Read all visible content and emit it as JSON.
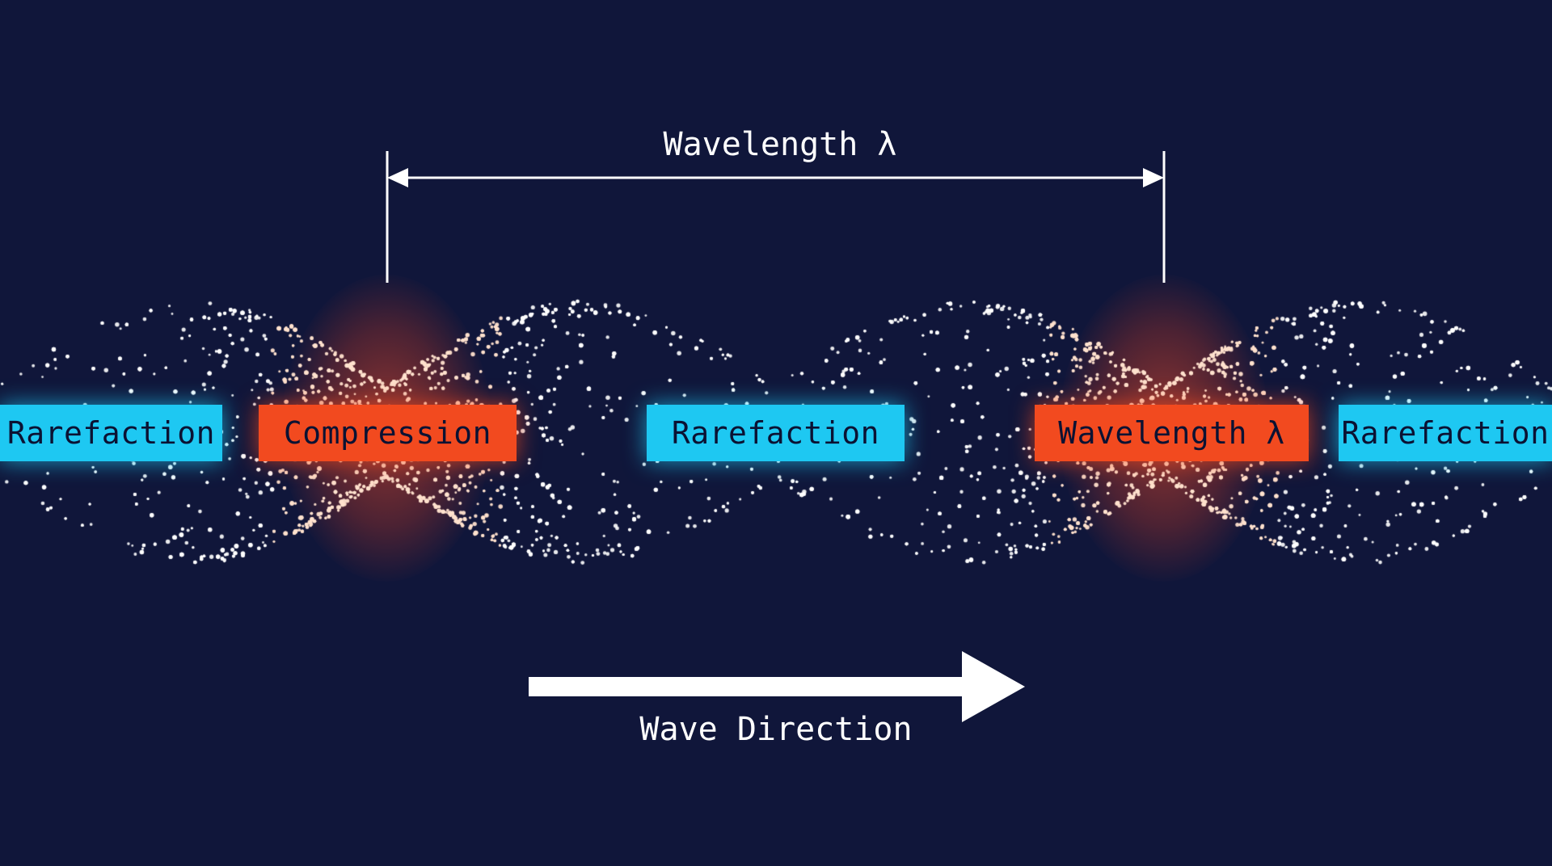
{
  "wavelength_top_label": "Wavelength λ",
  "wave_direction_label": "Wave Direction",
  "bands": [
    {
      "kind": "rarefaction",
      "label": "Rarefaction"
    },
    {
      "kind": "compression",
      "label": "Compression"
    },
    {
      "kind": "rarefaction",
      "label": "Rarefaction"
    },
    {
      "kind": "compression",
      "label": "Wavelength λ"
    },
    {
      "kind": "rarefaction",
      "label": "Rarefaction"
    }
  ],
  "colors": {
    "background": "#10163a",
    "rarefaction": "#1ec8f2",
    "compression": "#f24a1f",
    "particles": "#ffffff",
    "arrows": "#ffffff"
  }
}
